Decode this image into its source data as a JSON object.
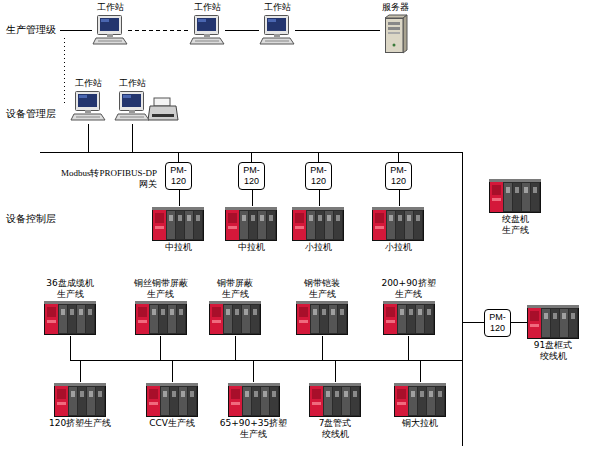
{
  "diagram": {
    "nodes": [
      {
        "text": [
          "工作站"
        ]
      },
      {
        "text": [
          "工作站"
        ]
      },
      {
        "text": [
          "工作站"
        ]
      },
      {
        "text": [
          "服务器"
        ]
      },
      {
        "text": [
          "工作站"
        ]
      },
      {
        "text": [
          "工作站"
        ]
      },
      {
        "text": [
          "PM-120"
        ]
      },
      {
        "text": [
          "PM-120"
        ]
      },
      {
        "text": [
          "PM-120"
        ]
      },
      {
        "text": [
          "PM-120"
        ]
      },
      {
        "text": [
          "中拉机"
        ]
      },
      {
        "text": [
          "中拉机"
        ]
      },
      {
        "text": [
          "小拉机"
        ]
      },
      {
        "text": [
          "小拉机"
        ]
      },
      {
        "text": [
          "绞盘机 生产线"
        ]
      },
      {
        "text": [
          "36盘成缆机 生产线"
        ]
      },
      {
        "text": [
          "铜丝铜带屏蔽 生产线"
        ]
      },
      {
        "text": [
          "铜带屏蔽 生产线"
        ]
      },
      {
        "text": [
          "钢带铠装 生产线"
        ]
      },
      {
        "text": [
          "200+90挤塑 生产线"
        ]
      },
      {
        "text": [
          "PM-120"
        ]
      },
      {
        "text": [
          "91盘框式 绞线机"
        ]
      },
      {
        "text": [
          "120挤塑生产线"
        ]
      },
      {
        "text": [
          "CCV生产线"
        ]
      },
      {
        "text": [
          "65+90+35挤塑 生产线"
        ]
      },
      {
        "text": [
          "7盘管式 绞线机"
        ]
      },
      {
        "text": [
          "铜大拉机"
        ]
      }
    ],
    "edges": [
      {
        "from": 0,
        "to": 1,
        "arrow": "none"
      },
      {
        "from": 1,
        "to": 2,
        "arrow": "none"
      },
      {
        "from": 2,
        "to": 3,
        "arrow": "none"
      },
      {
        "from": 6,
        "to": 10,
        "arrow": "none"
      },
      {
        "from": 7,
        "to": 11,
        "arrow": "none"
      },
      {
        "from": 8,
        "to": 12,
        "arrow": "none"
      },
      {
        "from": 9,
        "to": 13,
        "arrow": "none"
      },
      {
        "from": 20,
        "to": 21,
        "arrow": "none"
      }
    ],
    "labels": [
      "生产管理级",
      "设备管理层",
      "设备控制层",
      "Modbus转PROFIBUS-DP 网关"
    ]
  }
}
